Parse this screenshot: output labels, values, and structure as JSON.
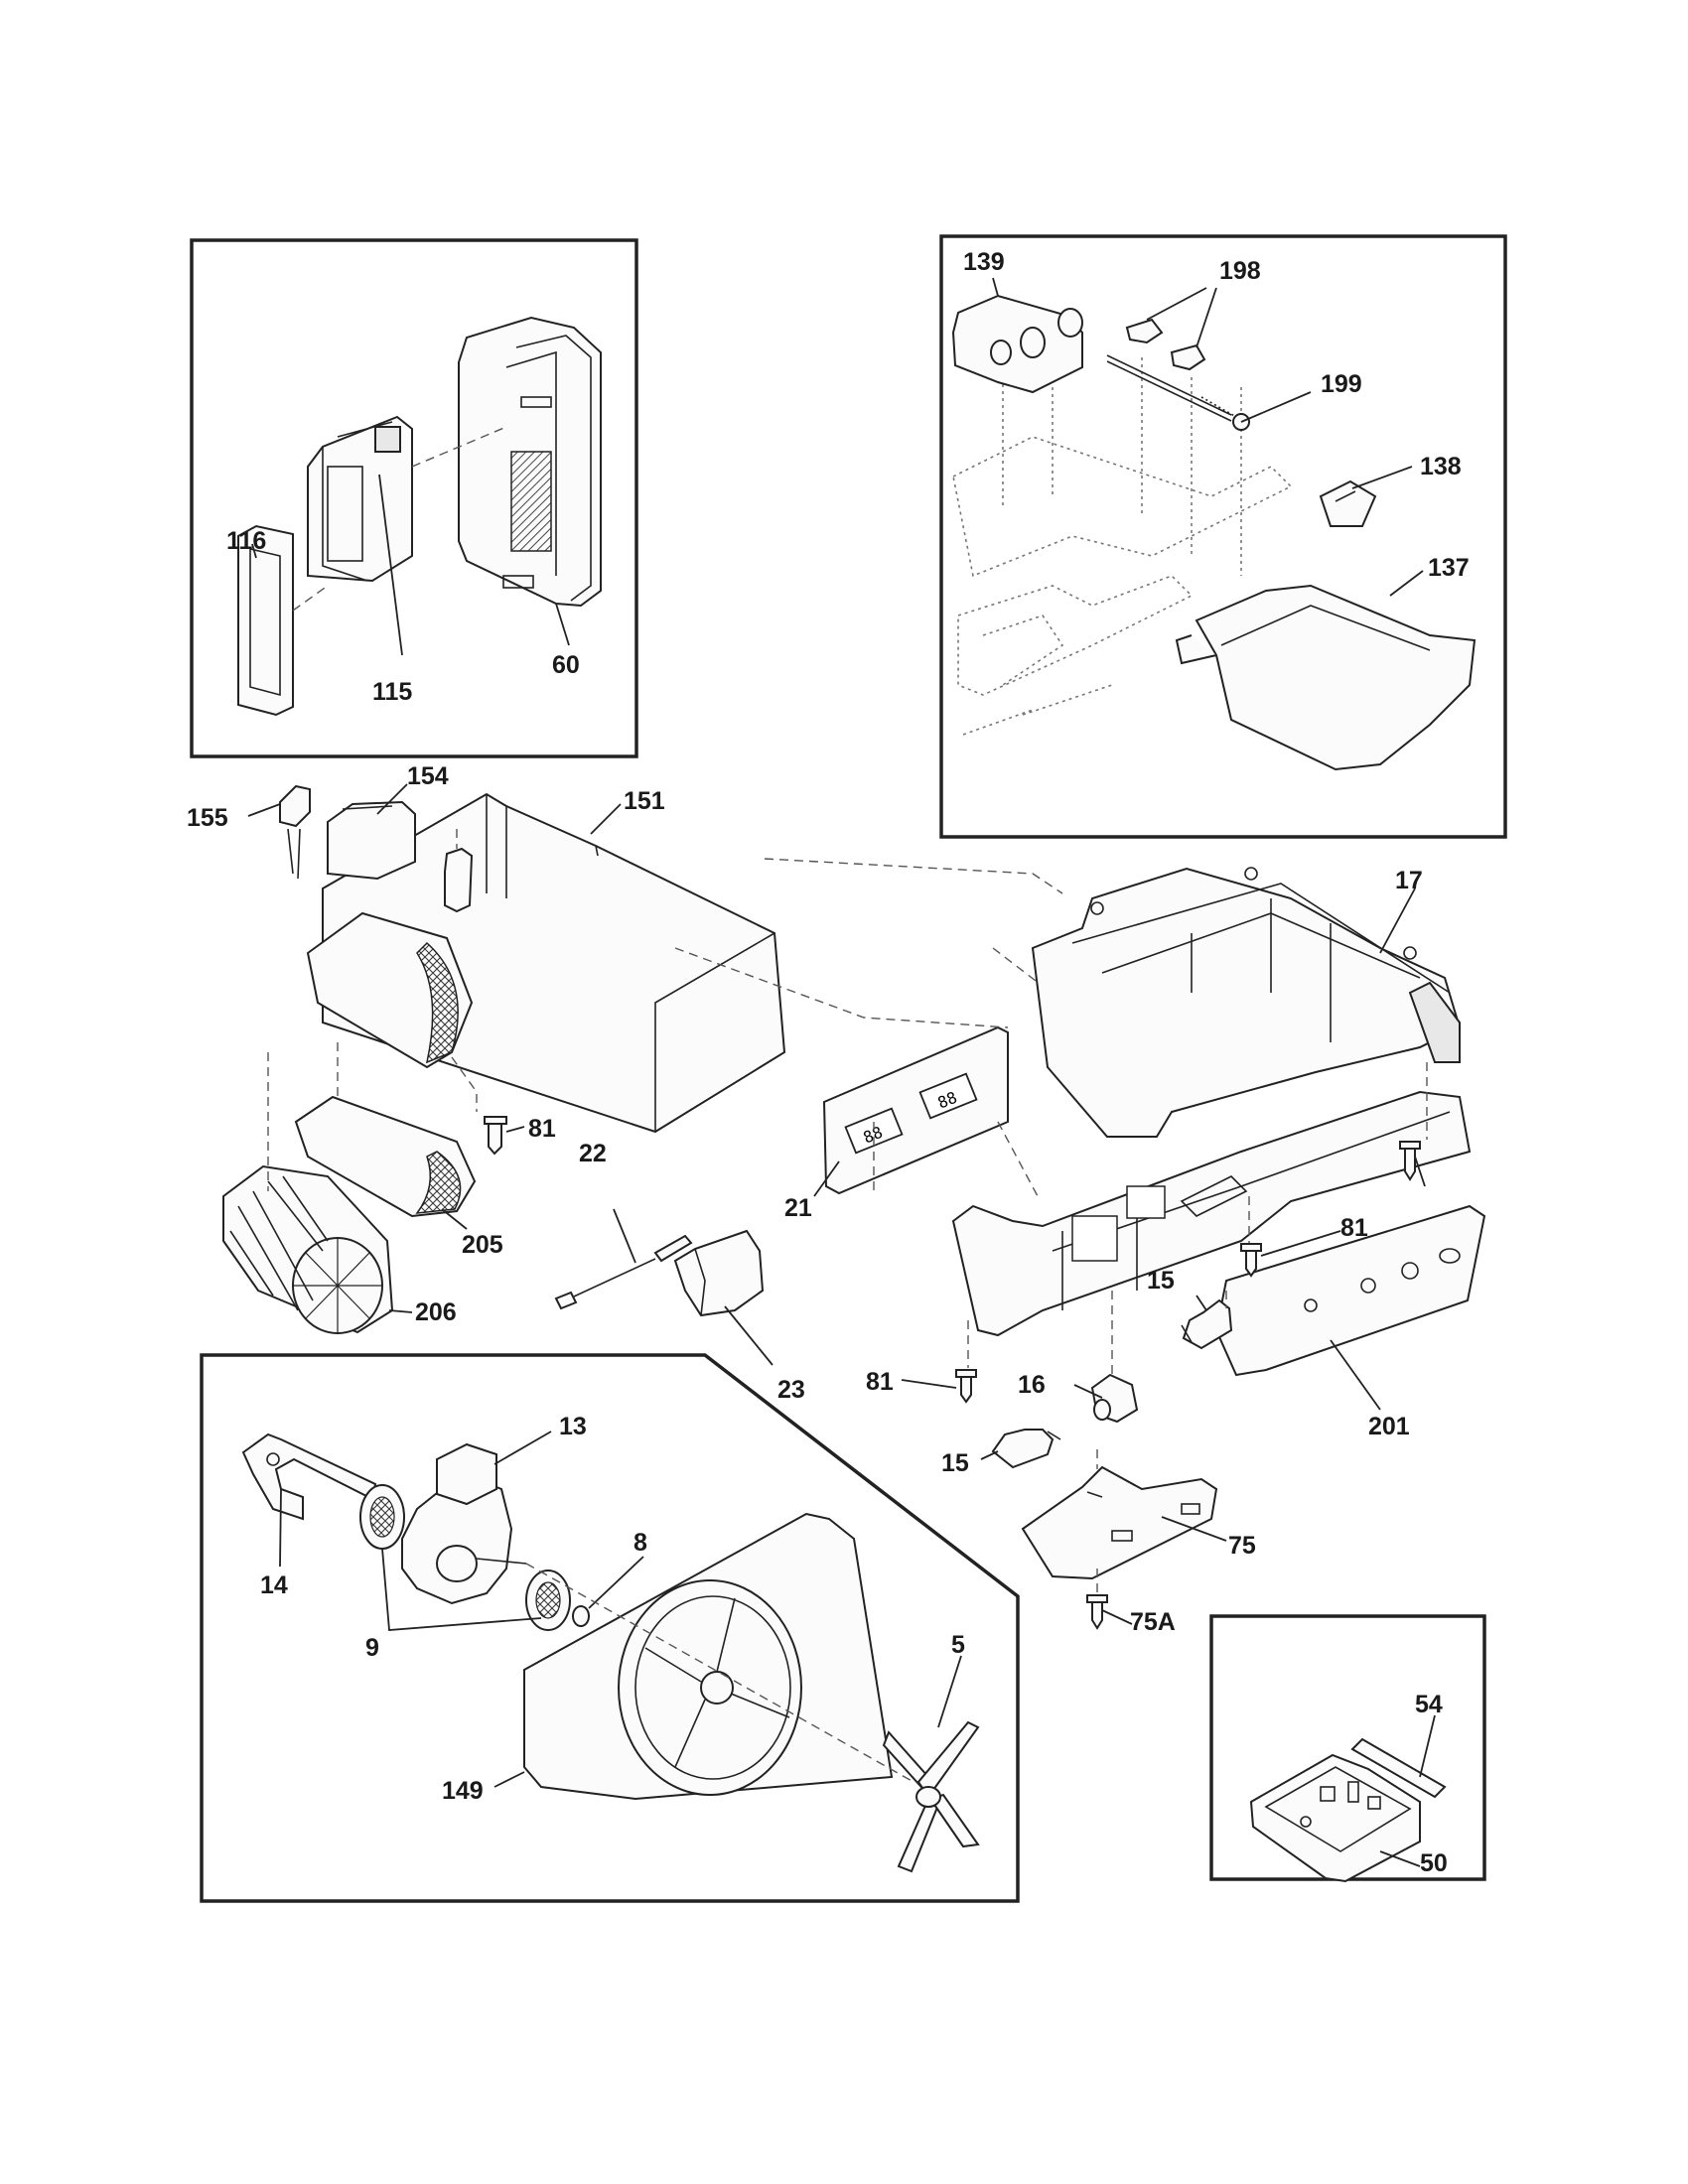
{
  "labels": {
    "p139": "139",
    "p198": "198",
    "p199": "199",
    "p138": "138",
    "p137": "137",
    "p116": "116",
    "p115": "115",
    "p60": "60",
    "p155": "155",
    "p154": "154",
    "p151": "151",
    "p17": "17",
    "p81a": "81",
    "p22": "22",
    "p21": "21",
    "p205": "205",
    "p206": "206",
    "p23": "23",
    "p81b": "81",
    "p15a": "15",
    "p16": "16",
    "p81c": "81",
    "p201": "201",
    "p15b": "15",
    "p75": "75",
    "p75a": "75A",
    "p13": "13",
    "p14": "14",
    "p8": "8",
    "p9": "9",
    "p5": "5",
    "p149": "149",
    "p54": "54",
    "p50": "50"
  },
  "display": {
    "left_digits": "88",
    "right_digits": "88"
  }
}
